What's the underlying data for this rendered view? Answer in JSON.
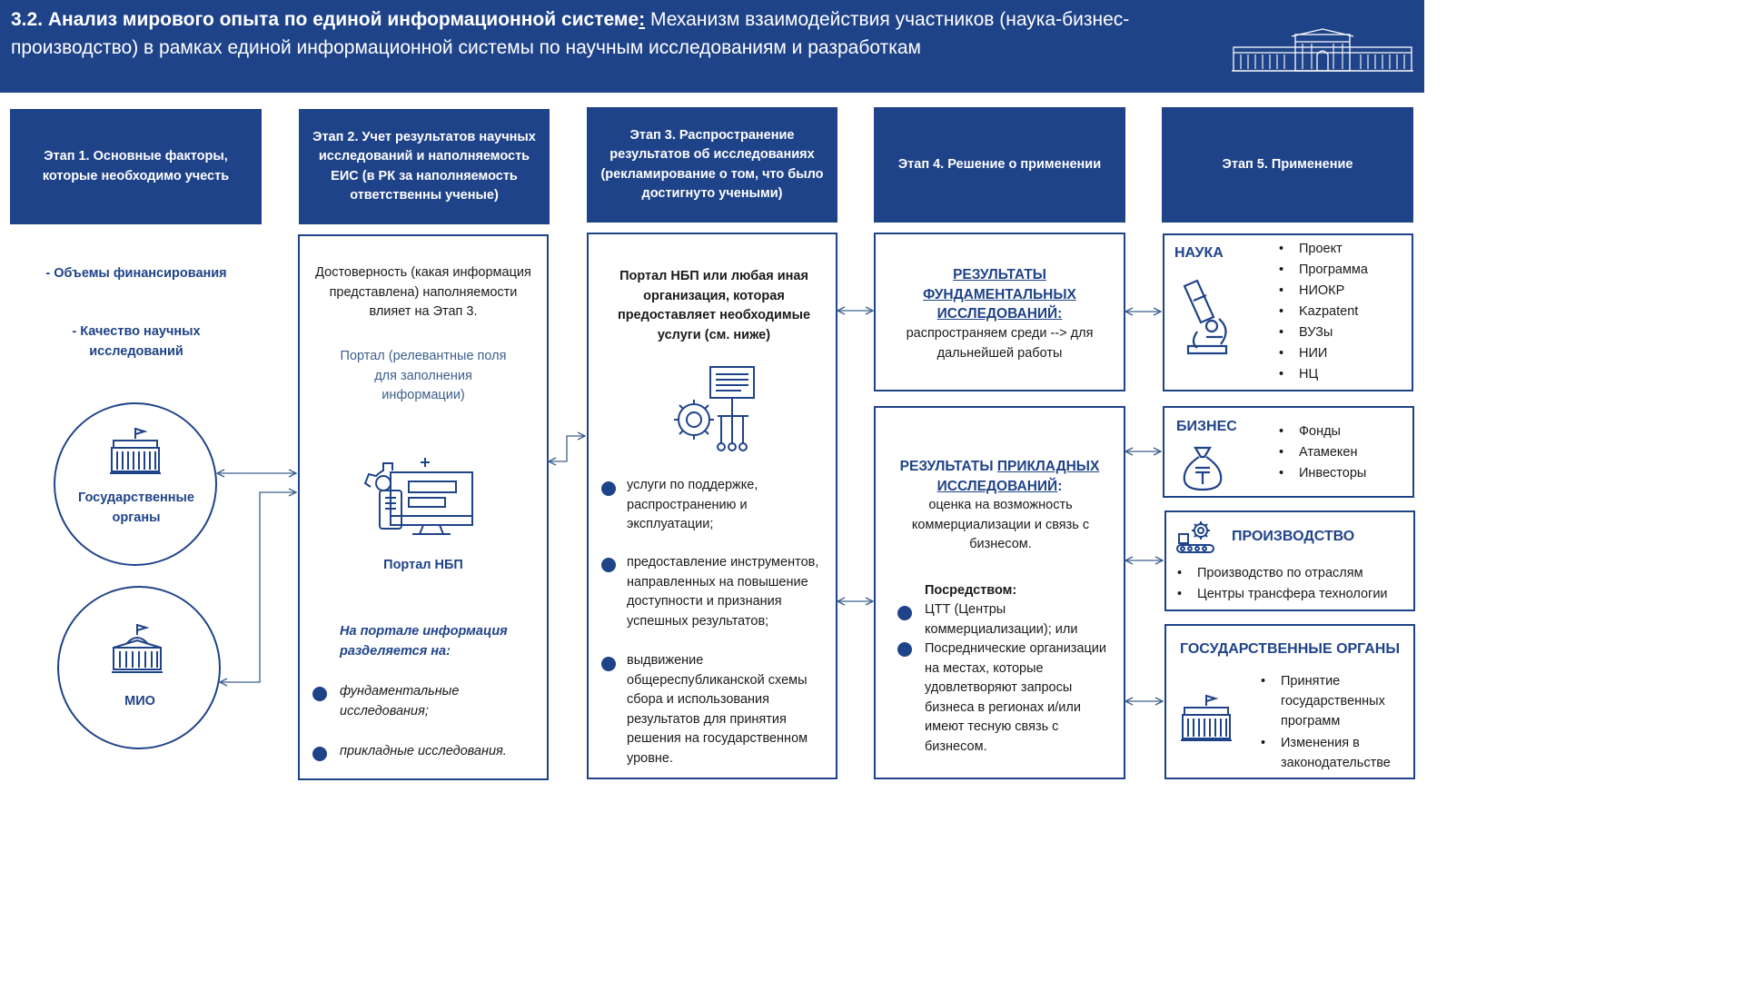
{
  "header": {
    "title_bold": "3.2. Анализ мирового опыта по единой информационной системе",
    "title_colon": ":",
    "title_rest": " Механизм взаимодействия участников (наука-бизнес-производство) в рамках единой информационной системы по научным исследованиям и разработкам"
  },
  "stages": {
    "s1": "Этап 1. Основные факторы, которые необходимо учесть",
    "s2": "Этап 2. Учет результатов научных исследований и наполняемость ЕИС (в РК за наполняемость ответственны ученые)",
    "s3": "Этап 3. Распространение результатов об исследованиях (рекламирование о том, что было достигнуто учеными)",
    "s4": "Этап 4. Решение о применении",
    "s5": "Этап 5. Применение"
  },
  "col1": {
    "factor1": "- Объемы финансирования",
    "factor2": "- Качество научных исследований",
    "gov_label": "Государственные органы",
    "mio_label": "МИО",
    "gov_icon": "government-building-icon",
    "mio_icon": "capitol-building-icon"
  },
  "col2": {
    "reliability": "Достоверность (какая информация представлена) наполняемости влияет на Этап 3.",
    "portal_fields": "Портал (релевантные поля для заполнения информации)",
    "portal_name": "Портал НБП",
    "split_heading": "На портале информация разделяется на:",
    "split_items": [
      "фундаментальные исследования;",
      "прикладные исследования."
    ],
    "icon": "portal-computer-icon"
  },
  "col3": {
    "heading": "Портал НБП или любая иная организация, которая предоставляет необходимые услуги (см. ниже)",
    "services": [
      "услуги по поддержке, распространению и эксплуатации;",
      "предоставление инструментов, направленных на повышение доступности и признания успешных результатов;",
      "выдвижение общереспубликанской схемы сбора и использования результатов для принятия решения на государственном уровне."
    ],
    "icon": "gear-network-icon"
  },
  "col4": {
    "fundamental_title": "РЕЗУЛЬТАТЫ ФУНДАМЕНТАЛЬНЫХ ИССЛЕДОВАНИЙ:",
    "fundamental_text": "распространяем среди --> для дальнейшей работы",
    "applied_title_a": "РЕЗУЛЬТАТЫ ",
    "applied_title_b": "ПРИКЛАДНЫХ ИССЛЕДОВАНИЙ",
    "applied_title_c": ":",
    "applied_text": "оценка на возможность коммерциализации и связь с бизнесом.",
    "via_heading": "Посредством:",
    "via_items": [
      "ЦТТ (Центры коммерциализации); или",
      "Посреднические организации на местах, которые удовлетворяют запросы бизнеса в регионах и/или имеют тесную связь с бизнесом."
    ]
  },
  "col5": {
    "science": {
      "title": "НАУКА",
      "items": [
        "Проект",
        "Программа",
        "НИОКР",
        "Kazpatent",
        "ВУЗы",
        "НИИ",
        "НЦ"
      ],
      "icon": "microscope-icon"
    },
    "business": {
      "title": "БИЗНЕС",
      "items": [
        "Фонды",
        "Атамекен",
        "Инвесторы"
      ],
      "icon": "money-bag-icon"
    },
    "production": {
      "title": "ПРОИЗВОДСТВО",
      "items": [
        "Производство по отраслям",
        "Центры трансфера технологии"
      ],
      "icon": "conveyor-gear-icon"
    },
    "government": {
      "title": "ГОСУДАРСТВЕННЫЕ ОРГАНЫ",
      "items": [
        "Принятие государственных программ",
        "Изменения в законодательстве"
      ],
      "icon": "government-building-icon"
    }
  },
  "colors": {
    "navy": "#1f4389",
    "steel": "#3c5f8c"
  }
}
